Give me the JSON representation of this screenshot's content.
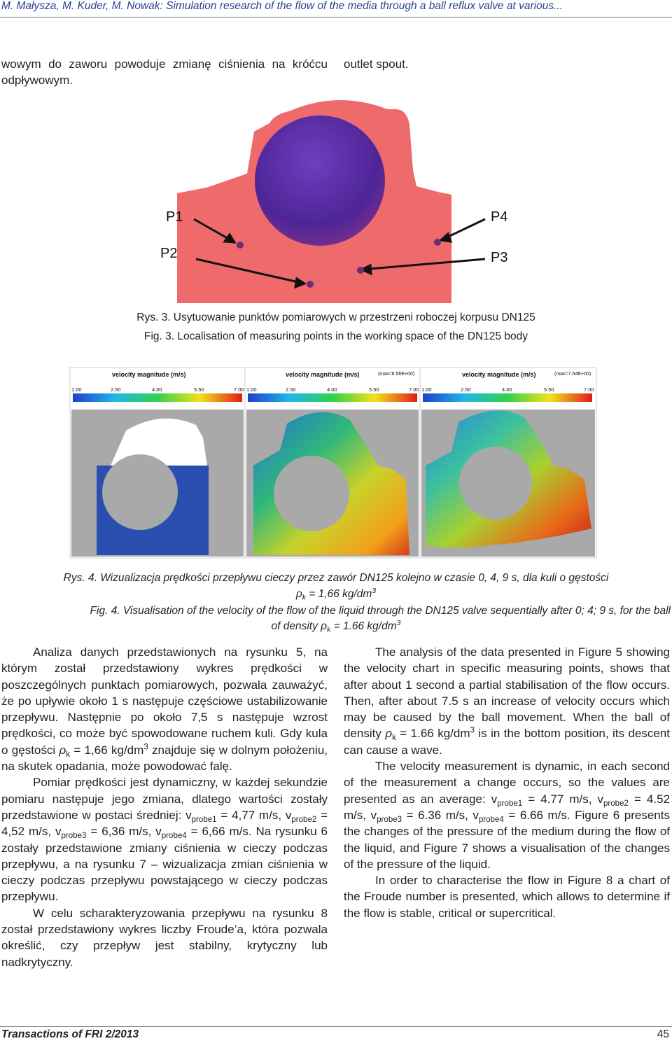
{
  "header": "M. Małysza, M. Kuder, M. Nowak: Simulation research of the flow of the media through a ball reflux valve at various...",
  "top_left_text": "wowym do zaworu powoduje zmianę ciśnienia na króćcu odpływowym.",
  "top_right_text": "outlet spout.",
  "fig3": {
    "labels": {
      "p1": "P1",
      "p2": "P2",
      "p3": "P3",
      "p4": "P4"
    },
    "colors": {
      "body": "#ef6a6a",
      "ball": "#5a2ea0",
      "point": "#6b2d7a",
      "background": "#ffffff"
    },
    "caption_pl": "Rys. 3. Usytuowanie punktów pomiarowych w przestrzeni roboczej korpusu DN125",
    "caption_en": "Fig. 3. Localisation of measuring points in the working space of the DN125 body"
  },
  "fig4": {
    "panel_title": "velocity magnitude (m/s)",
    "max_label_2": "(max=6.56E+00)",
    "max_label_3": "(max=7.54E+00)",
    "ticks": [
      "1.00",
      "2.50",
      "4.00",
      "5.50",
      "7.00"
    ],
    "colors": {
      "liquid": "#2a4fb0",
      "gray": "#a9a9a9"
    },
    "caption_pl": "Rys. 4. Wizualizacja prędkości przepływu cieczy przez zawór DN125 kolejno w czasie 0, 4, 9 s, dla kuli o gęstości",
    "caption_pl_2_pre": "ρ",
    "caption_pl_2_sub": "k",
    "caption_pl_2_post": " = 1,66 kg/dm",
    "caption_en": "Fig. 4. Visualisation of the velocity of the flow of the liquid through the DN125 valve sequentially after 0; 4; 9 s, for the ball",
    "caption_en_2_pre": "of density ρ",
    "caption_en_2_sub": "k",
    "caption_en_2_post": " = 1.66 kg/dm",
    "sup3": "3"
  },
  "left_col": {
    "p1a": "Analiza danych przedstawionych na rysunku 5, na którym został przedstawiony wykres prędkości w poszczególnych punktach pomiarowych, pozwala zauważyć, że po upływie około 1 s następuje częściowe ustabilizowanie przepływu. Następnie po około 7,5 s następuje wzrost prędkości, co może być spowodowane ruchem kuli. Gdy kula o gęstości ",
    "rho": "ρ",
    "k": "k",
    "p1b": " = 1,66 kg/dm",
    "sup3": "3",
    "p1c": " znajduje się w dolnym położeniu, na skutek opadania, może powodować falę.",
    "p2a": "Pomiar prędkości jest dynamiczny, w każdej sekundzie pomiaru następuje jego zmiana, dlatego wartości zostały przedstawione w postaci średniej: v",
    "probe1": "probe1",
    "p2b": " = 4,77 m/s, v",
    "probe2": "probe2",
    "p2c": " = 4,52 m/s, v",
    "probe3": "probe3",
    "p2d": " = 6,36 m/s, v",
    "probe4": "probe4",
    "p2e": " = 6,66 m/s. Na rysunku 6 zostały przedstawione zmiany ciśnienia w cieczy podczas przepływu, a na rysunku 7 – wizualizacja zmian ciśnienia w cieczy podczas przepływu powstającego w cieczy podczas przepływu.",
    "p3": "W celu scharakteryzowania przepływu na rysunku 8 został przedstawiony wykres liczby Froude’a, która pozwala określić, czy przepływ jest stabilny, krytyczny lub nadkrytyczny."
  },
  "right_col": {
    "p1a": "The analysis of the data presented in Figure 5 showing the velocity chart in specific measuring points, shows that after about 1 second a partial stabilisation of the flow occurs. Then, after about 7.5 s an increase of velocity occurs which may be caused by the ball movement. When the ball of density ",
    "rho": "ρ",
    "k": "k",
    "p1b": " = 1.66 kg/dm",
    "sup3": "3",
    "p1c": " is in the bottom position, its descent can cause a wave.",
    "p2a": "The velocity measurement is dynamic, in each second of the measurement a change occurs, so the values are presented as an average: v",
    "probe1": "probe1",
    "p2b": " = 4.77 m/s, v",
    "probe2": "probe2",
    "p2c": " = 4.52 m/s, v",
    "probe3": "probe3",
    "p2d": " = 6.36 m/s, v",
    "probe4": "probe4",
    "p2e": " = 6.66 m/s. Figure 6 presents the changes of the pressure of the medium during the flow of the liquid, and Figure 7 shows a visualisation of the changes of the pressure of the liquid.",
    "p3": "In order to characterise the flow in Figure 8 a chart of the Froude number is presented, which allows to determine if the flow is stable, critical or supercritical."
  },
  "footer": {
    "journal": "Transactions of FRI 2/2013",
    "page": "45"
  }
}
